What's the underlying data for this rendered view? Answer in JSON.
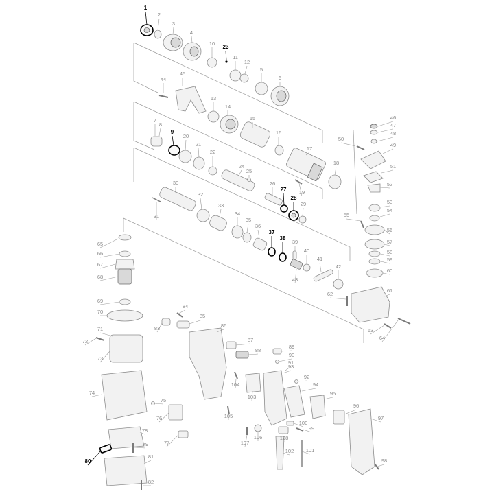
{
  "diagram": {
    "highlight_color": "#000000",
    "label_color": "#8a8a8a",
    "part_labels": {
      "1": "1",
      "2": "2",
      "3": "3",
      "4": "4",
      "5": "5",
      "6": "6",
      "7": "7",
      "8": "8",
      "9": "9",
      "10": "10",
      "11": "11",
      "12": "12",
      "13": "13",
      "14": "14",
      "15": "15",
      "16": "16",
      "17": "17",
      "18": "18",
      "19": "19",
      "20": "20",
      "21": "21",
      "22": "22",
      "23": "23",
      "24": "24",
      "25": "25",
      "26": "26",
      "27": "27",
      "28": "28",
      "29": "29",
      "30": "30",
      "31": "31",
      "32": "32",
      "33": "33",
      "34": "34",
      "35": "35",
      "36": "36",
      "37": "37",
      "38": "38",
      "39": "39",
      "40": "40",
      "41": "41",
      "42": "42",
      "43": "43",
      "44": "44",
      "45": "45",
      "46": "46",
      "47": "47",
      "48": "48",
      "49": "49",
      "50": "50",
      "51": "51",
      "52": "52",
      "53": "53",
      "54": "54",
      "55": "55",
      "56": "56",
      "57": "57",
      "58": "58",
      "59": "59",
      "60": "60",
      "61": "61",
      "62": "62",
      "63": "63",
      "64": "64",
      "65": "65",
      "66": "66",
      "67": "67",
      "68": "68",
      "69": "69",
      "70": "70",
      "71": "71",
      "72": "72",
      "73": "73",
      "74": "74",
      "75": "75",
      "76": "76",
      "77": "77",
      "78": "78",
      "79": "79",
      "80": "80",
      "81": "81",
      "82": "82",
      "83": "83",
      "84": "84",
      "85": "85",
      "86": "86",
      "87": "87",
      "88": "88",
      "89": "89",
      "90": "90",
      "91": "91",
      "92": "92",
      "93": "93",
      "94": "94",
      "95": "95",
      "96": "96",
      "97": "97",
      "98": "98",
      "99": "99",
      "100": "100",
      "101": "101",
      "102": "102",
      "103": "103",
      "104": "104",
      "105": "105",
      "106": "106",
      "107": "107",
      "108": "108"
    },
    "highlighted_parts": [
      "1",
      "9",
      "23",
      "27",
      "28",
      "37",
      "38",
      "80"
    ]
  }
}
